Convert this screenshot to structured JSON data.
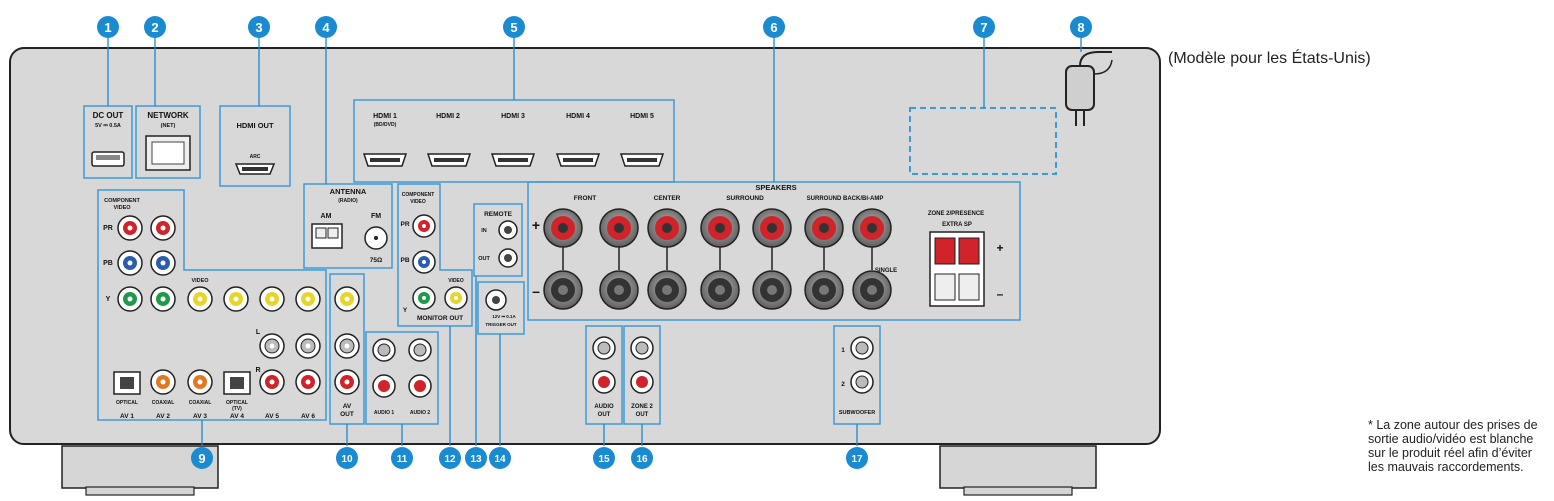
{
  "model_note": "(Modèle pour les États-Unis)",
  "footnote": "* La zone autour des prises de sortie audio/vidéo est blanche sur le produit réel afin d’éviter les mauvais raccordements.",
  "colors": {
    "panel": "#d8d8d8",
    "callout": "#1a8ad1",
    "box_outline": "#3d9ad8",
    "red_jack": "#d0232a",
    "green_jack": "#1f9a4a",
    "blue_jack": "#2a5db0",
    "yellow_jack": "#e6d62a",
    "orange_jack": "#e07a22"
  },
  "callouts": [
    "1",
    "2",
    "3",
    "4",
    "5",
    "6",
    "7",
    "8",
    "9",
    "10",
    "11",
    "12",
    "13",
    "14",
    "15",
    "16",
    "17"
  ],
  "labels": {
    "dc_out": "DC OUT",
    "dc_out_rating": "5V ⎓ 0.5A",
    "network": "NETWORK",
    "network_sub": "(NET)",
    "hdmi_out": "HDMI OUT",
    "arc": "ARC",
    "hdmi1": "HDMI 1",
    "hdmi1_sub": "(BD/DVD)",
    "hdmi2": "HDMI 2",
    "hdmi3": "HDMI 3",
    "hdmi4": "HDMI 4",
    "hdmi5": "HDMI 5",
    "antenna": "ANTENNA",
    "antenna_sub": "(RADIO)",
    "am": "AM",
    "fm": "FM",
    "ohm": "75Ω",
    "component_video": "COMPONENT",
    "component_video2": "VIDEO",
    "pr": "PR",
    "pb": "PB",
    "y": "Y",
    "video": "VIDEO",
    "monitor_out": "MONITOR OUT",
    "remote": "REMOTE",
    "remote_in": "IN",
    "remote_out": "OUT",
    "trigger_rating": "12V ⎓ 0.1A",
    "trigger_out": "TRIGGER OUT",
    "speakers": "SPEAKERS",
    "front": "FRONT",
    "center": "CENTER",
    "surround": "SURROUND",
    "surround_back": "SURROUND BACK/BI-AMP",
    "zone2_presence": "ZONE 2/PRESENCE",
    "extra_sp": "EXTRA SP",
    "single": "SINGLE",
    "plus": "+",
    "minus": "–",
    "r": "R",
    "l": "L",
    "optical": "OPTICAL",
    "coaxial": "COAXIAL",
    "optical_tv": "OPTICAL",
    "tv": "(TV)",
    "av1": "AV 1",
    "av2": "AV 2",
    "av3": "AV 3",
    "av4": "AV 4",
    "av5": "AV 5",
    "av6": "AV 6",
    "av_out": "AV",
    "av_out2": "OUT",
    "audio1": "AUDIO 1",
    "audio2": "AUDIO 2",
    "audio_out": "AUDIO",
    "audio_out2": "OUT",
    "zone2_out": "ZONE 2",
    "zone2_out2": "OUT",
    "sub1": "1",
    "sub2": "2",
    "subwoofer": "SUBWOOFER"
  }
}
